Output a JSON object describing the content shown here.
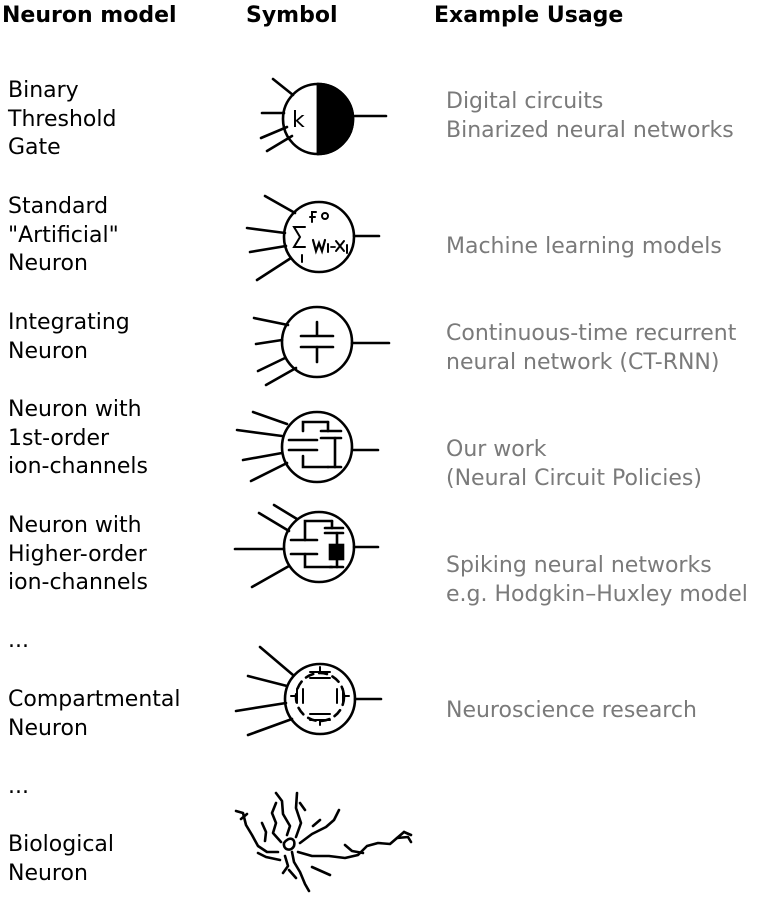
{
  "headers": {
    "model": "Neuron model",
    "symbol": "Symbol",
    "usage": "Example Usage"
  },
  "rows": [
    {
      "name": "Binary\nThreshold\nGate",
      "usage": "Digital circuits\nBinarized neural networks",
      "symbol_label": "k",
      "icon": "threshold-gate-icon"
    },
    {
      "name": "Standard\n\"Artificial\"\nNeuron",
      "usage": "Machine learning models",
      "icon": "artificial-neuron-icon"
    },
    {
      "name": "Integrating\nNeuron",
      "usage": "Continuous-time recurrent\nneural network (CT-RNN)",
      "icon": "integrating-neuron-icon"
    },
    {
      "name": "Neuron with\n1st-order\nion-channels",
      "usage": "Our work\n(Neural Circuit Policies)",
      "icon": "first-order-neuron-icon"
    },
    {
      "name": "Neuron with\nHigher-order\nion-channels",
      "usage": "Spiking neural networks\ne.g. Hodgkin–Huxley model",
      "icon": "higher-order-neuron-icon"
    },
    {
      "name": "Compartmental\nNeuron",
      "usage": "Neuroscience research",
      "icon": "compartmental-neuron-icon"
    },
    {
      "name": "Biological\nNeuron",
      "usage": "",
      "icon": "biological-neuron-icon"
    }
  ],
  "ellipses": [
    "...",
    "..."
  ]
}
